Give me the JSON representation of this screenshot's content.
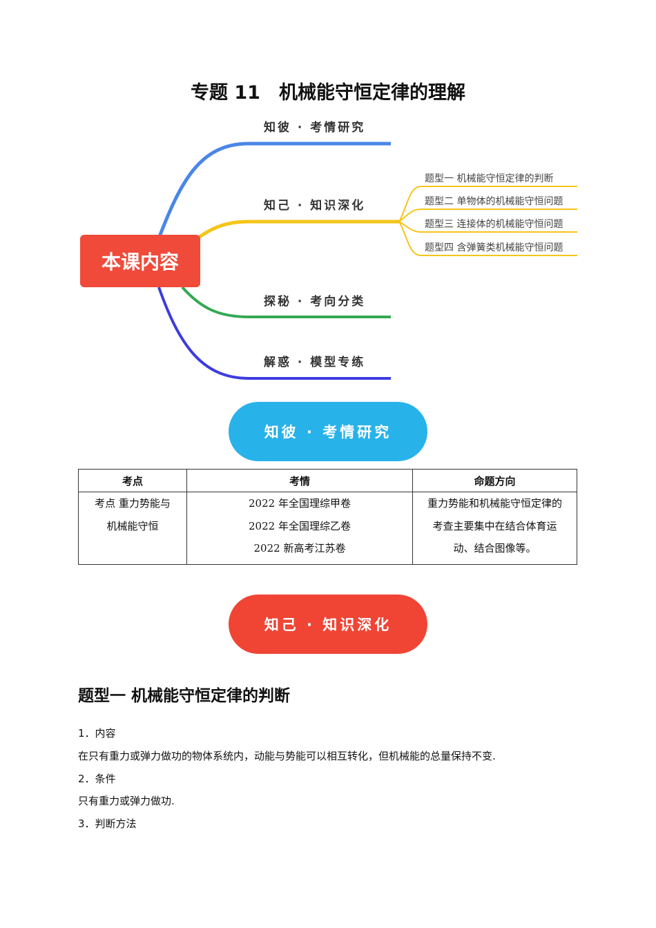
{
  "document": {
    "title": "专题 11　机械能守恒定律的理解"
  },
  "mindmap": {
    "root": "本课内容",
    "branches": [
      {
        "label": "知彼 · 考情研究",
        "color": "#4a86e8"
      },
      {
        "label": "知己 · 知识深化",
        "color": "#f5c518",
        "children": [
          "题型一 机械能守恒定律的判断",
          "题型二 单物体的机械能守恒问题",
          "题型三 连接体的机械能守恒问题",
          "题型四 含弹簧类机械能守恒问题"
        ]
      },
      {
        "label": "探秘 · 考向分类",
        "color": "#34a853"
      },
      {
        "label": "解惑 · 模型专练",
        "color": "#3c3ce0"
      }
    ]
  },
  "banners": {
    "first": "知彼 · 考情研究",
    "second": "知己 · 知识深化"
  },
  "table": {
    "headers": [
      "考点",
      "考情",
      "命题方向"
    ],
    "row": {
      "point": [
        "考点 重力势能与",
        "机械能守恒"
      ],
      "situation": [
        "2022 年全国理综甲卷",
        "2022 年全国理综乙卷",
        "2022 新高考江苏卷"
      ],
      "direction": [
        "重力势能和机械能守恒定律的",
        "考查主要集中在结合体育运",
        "动、结合图像等。"
      ]
    }
  },
  "section": {
    "heading": "题型一 机械能守恒定律的判断",
    "items": [
      {
        "heading": "1．内容",
        "text": "在只有重力或弹力做功的物体系统内，动能与势能可以相互转化，但机械能的总量保持不变."
      },
      {
        "heading": "2．条件",
        "text": "只有重力或弹力做功."
      },
      {
        "heading": "3．判断方法",
        "text": ""
      }
    ]
  }
}
